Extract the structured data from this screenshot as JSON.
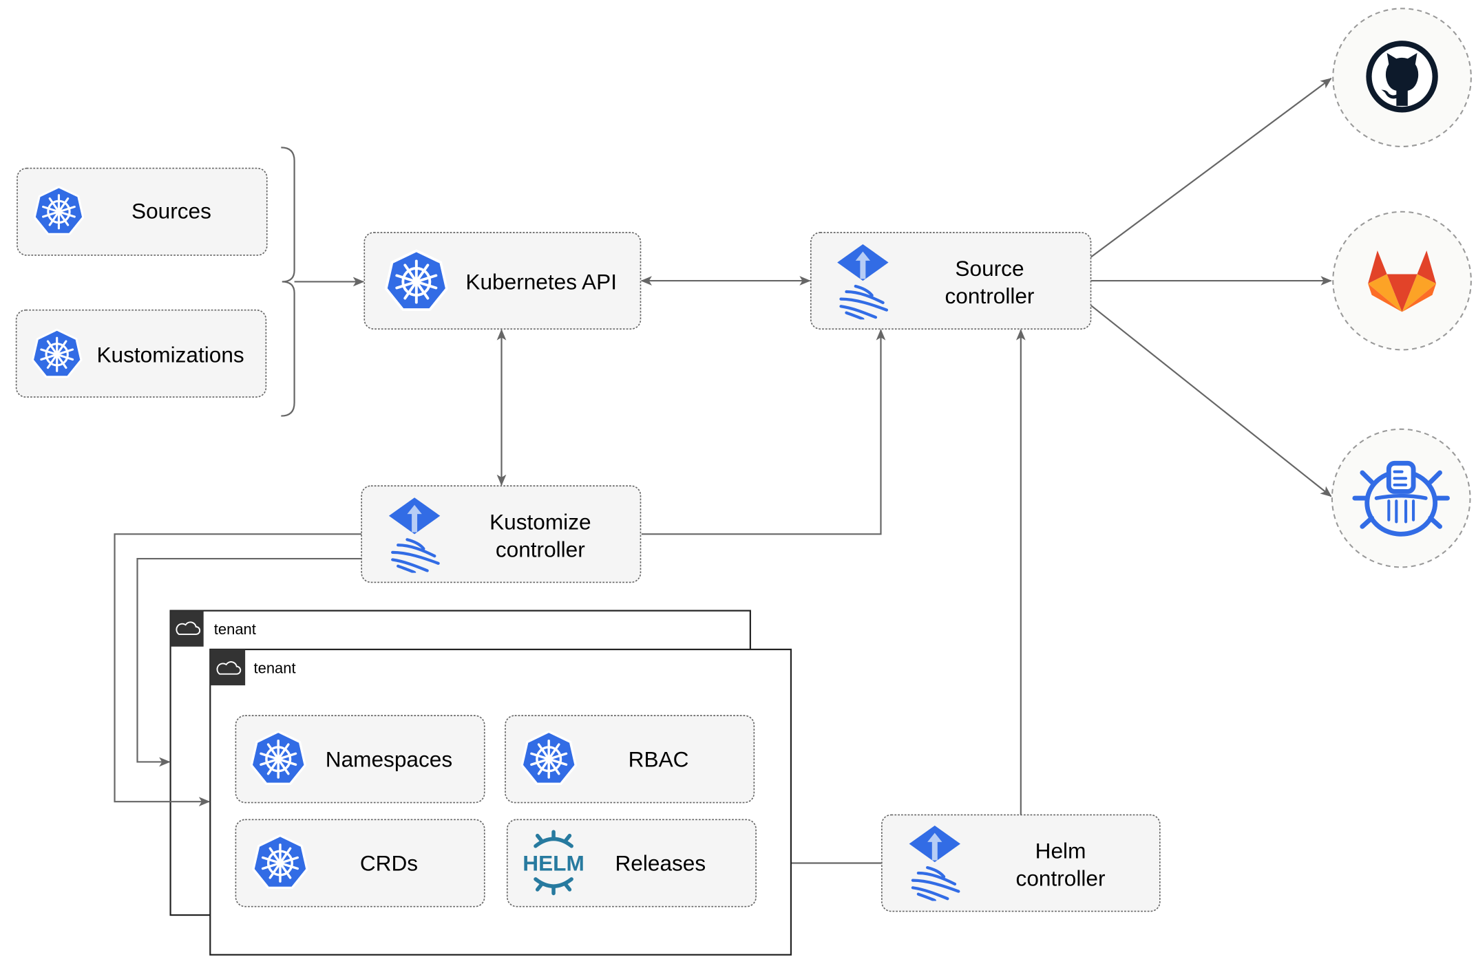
{
  "colors": {
    "kubernetes_blue": "#326ce5",
    "flux_blue": "#326ce5",
    "edge": "#666666",
    "box_fill": "#f5f5f5",
    "github_dark": "#0d1a2b",
    "gitlab_orange": "#e24329",
    "helm_blue": "#277a9f"
  },
  "inputs": [
    {
      "label": "Sources",
      "icon": "kubernetes-icon"
    },
    {
      "label": "Kustomizations",
      "icon": "kubernetes-icon"
    }
  ],
  "kubernetes_api": {
    "label": "Kubernetes API",
    "icon": "kubernetes-icon"
  },
  "source_controller": {
    "line1": "Source",
    "line2": "controller",
    "icon": "flux-icon"
  },
  "kustomize_controller": {
    "line1": "Kustomize",
    "line2": "controller",
    "icon": "flux-icon"
  },
  "helm_controller": {
    "line1": "Helm",
    "line2": "controller",
    "icon": "flux-icon"
  },
  "external_sources": [
    {
      "name": "github",
      "icon": "github-icon"
    },
    {
      "name": "gitlab",
      "icon": "gitlab-icon"
    },
    {
      "name": "bucket",
      "icon": "bucket-icon"
    }
  ],
  "tenants": [
    {
      "label": "tenant",
      "icon": "cloud-icon"
    },
    {
      "label": "tenant",
      "icon": "cloud-icon"
    }
  ],
  "tenant_resources": [
    {
      "label": "Namespaces",
      "icon": "kubernetes-icon"
    },
    {
      "label": "RBAC",
      "icon": "kubernetes-icon"
    },
    {
      "label": "CRDs",
      "icon": "kubernetes-icon"
    },
    {
      "label": "Releases",
      "icon": "helm-icon",
      "logo_text": "HELM"
    }
  ]
}
